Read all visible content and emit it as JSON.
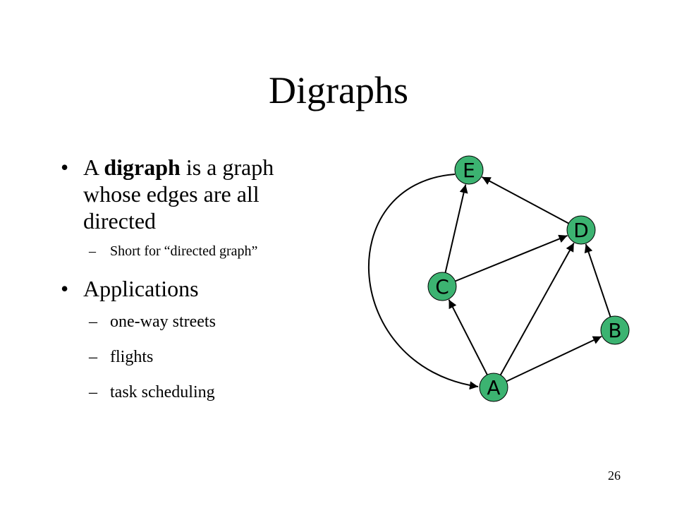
{
  "slide": {
    "title": "Digraphs",
    "bullets": [
      {
        "prefix": "A ",
        "term": "digraph",
        "suffix": " is a graph whose edges are all directed",
        "subitems": [
          "Short for “directed graph”"
        ]
      },
      {
        "text": "Applications",
        "subitems": [
          "one-way streets",
          "flights",
          "task scheduling"
        ]
      }
    ],
    "bullet_symbol": "•",
    "dash_symbol": "–",
    "page_number": "26"
  },
  "graph": {
    "node_color": "#3cb371",
    "edge_color": "#000000",
    "nodes": [
      "A",
      "B",
      "C",
      "D",
      "E"
    ],
    "edges": [
      {
        "from": "A",
        "to": "C"
      },
      {
        "from": "A",
        "to": "D"
      },
      {
        "from": "A",
        "to": "B"
      },
      {
        "from": "B",
        "to": "D"
      },
      {
        "from": "C",
        "to": "D"
      },
      {
        "from": "C",
        "to": "E"
      },
      {
        "from": "D",
        "to": "E"
      },
      {
        "from": "E",
        "to": "A"
      }
    ]
  }
}
